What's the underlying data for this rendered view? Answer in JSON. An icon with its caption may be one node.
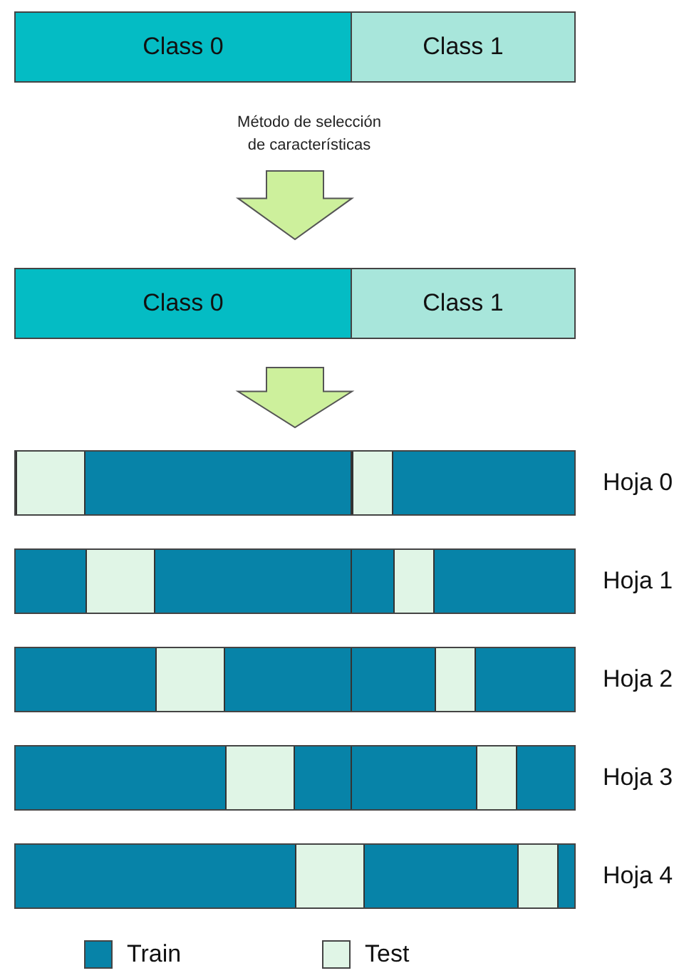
{
  "diagram": {
    "nodes": [
      {
        "text": [
          "Class 0"
        ]
      },
      {
        "text": [
          "Class 1"
        ]
      },
      {
        "text": [
          "Class 0"
        ]
      },
      {
        "text": [
          "Class 1"
        ]
      },
      {
        "text": [],
        "shape": "bar",
        "beside": [
          "Hoja 0"
        ]
      },
      {
        "text": [],
        "shape": "bar",
        "beside": [
          "Hoja 1"
        ]
      },
      {
        "text": [],
        "shape": "bar",
        "beside": [
          "Hoja 2"
        ]
      },
      {
        "text": [],
        "shape": "bar",
        "beside": [
          "Hoja 3"
        ]
      },
      {
        "text": [],
        "shape": "bar",
        "beside": [
          "Hoja 4"
        ]
      }
    ],
    "edges": [
      {
        "from": 0,
        "to": 2,
        "arrow": "to",
        "label": "Método de selección de características"
      },
      {
        "from": 2,
        "to": 4,
        "arrow": "to"
      }
    ],
    "legend": [
      {
        "text": "Train",
        "color": "#0783a8"
      },
      {
        "text": "Test",
        "color": "#e0f5e6"
      }
    ]
  }
}
